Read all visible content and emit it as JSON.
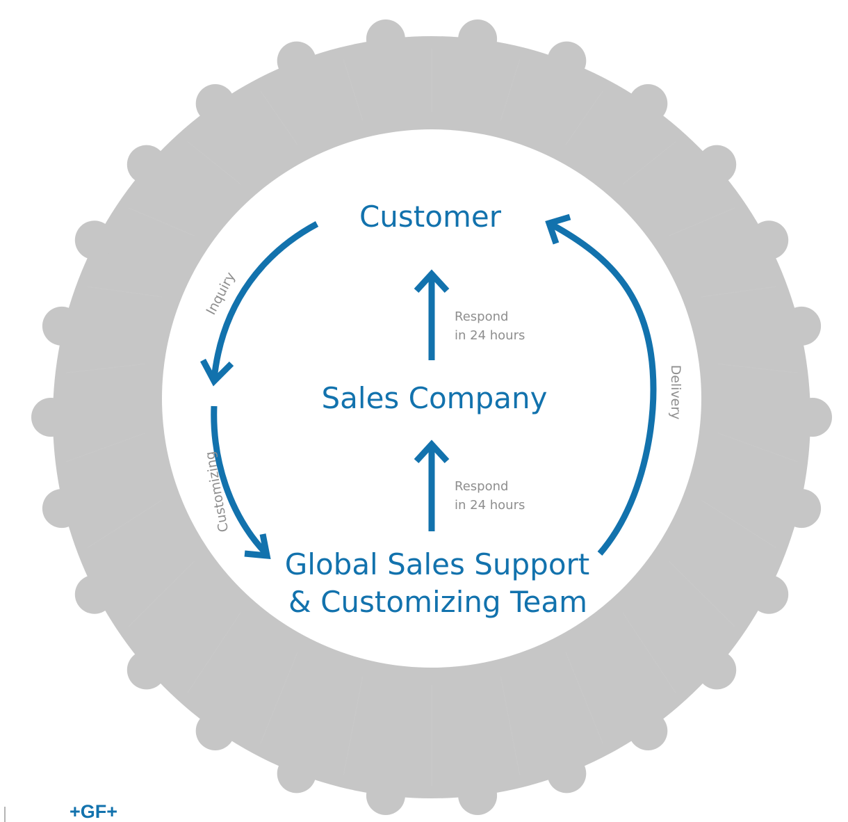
{
  "nodes": {
    "customer": "Customer",
    "sales_company": "Sales Company",
    "global_team_line1": "Global Sales Support",
    "global_team_line2": "& Customizing Team"
  },
  "edges": {
    "inquiry": "Inquiry",
    "customizing": "Customizing",
    "delivery": "Delivery"
  },
  "notes": {
    "respond_top_line1": "Respond",
    "respond_top_line2": "in 24 hours",
    "respond_bottom_line1": "Respond",
    "respond_bottom_line2": "in 24 hours"
  },
  "logo": {
    "text": "+GF+"
  },
  "colors": {
    "accent": "#1272ad",
    "puzzle_ring": "#c6c6c6",
    "edge_text": "#8e8e8e"
  }
}
